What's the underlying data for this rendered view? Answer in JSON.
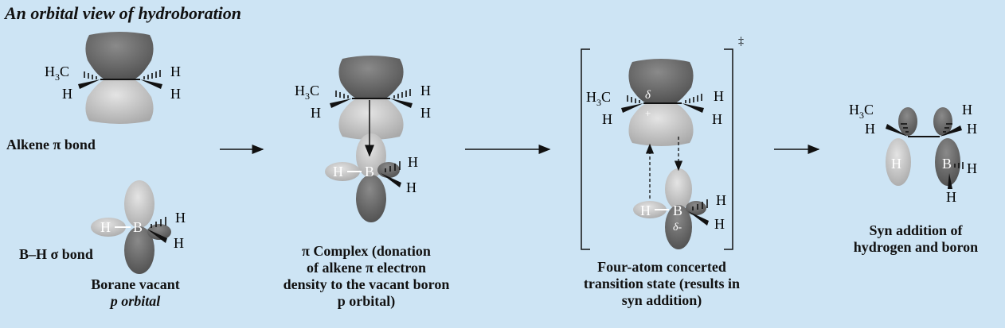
{
  "title": "An orbital view of hydroboration",
  "labels": {
    "h3c": "H",
    "h3c_sub": "3",
    "h3c_c": "C",
    "h": "H",
    "b": "B",
    "delta_plus": "δ",
    "plus": "+",
    "delta_minus": "δ-",
    "dagger": "‡"
  },
  "captions": {
    "alkene_pi_bond": "Alkene π bond",
    "bh_sigma_bond": "B–H σ bond",
    "borane_vacant_line1": "Borane vacant",
    "borane_vacant_line2": "p orbital",
    "pi_complex_line1": "π Complex (donation",
    "pi_complex_line2": "of alkene π electron",
    "pi_complex_line3": "density to the vacant boron",
    "pi_complex_line4": "p orbital)",
    "transition_line1": "Four-atom concerted",
    "transition_line2": "transition state (results in",
    "transition_line3": "syn addition)",
    "syn_line1": "Syn addition of",
    "syn_line2": "hydrogen and boron"
  },
  "colors": {
    "background": "#cde4f4",
    "orbital_dark": "#6d6d6d",
    "orbital_light": "#c4c4c4"
  }
}
